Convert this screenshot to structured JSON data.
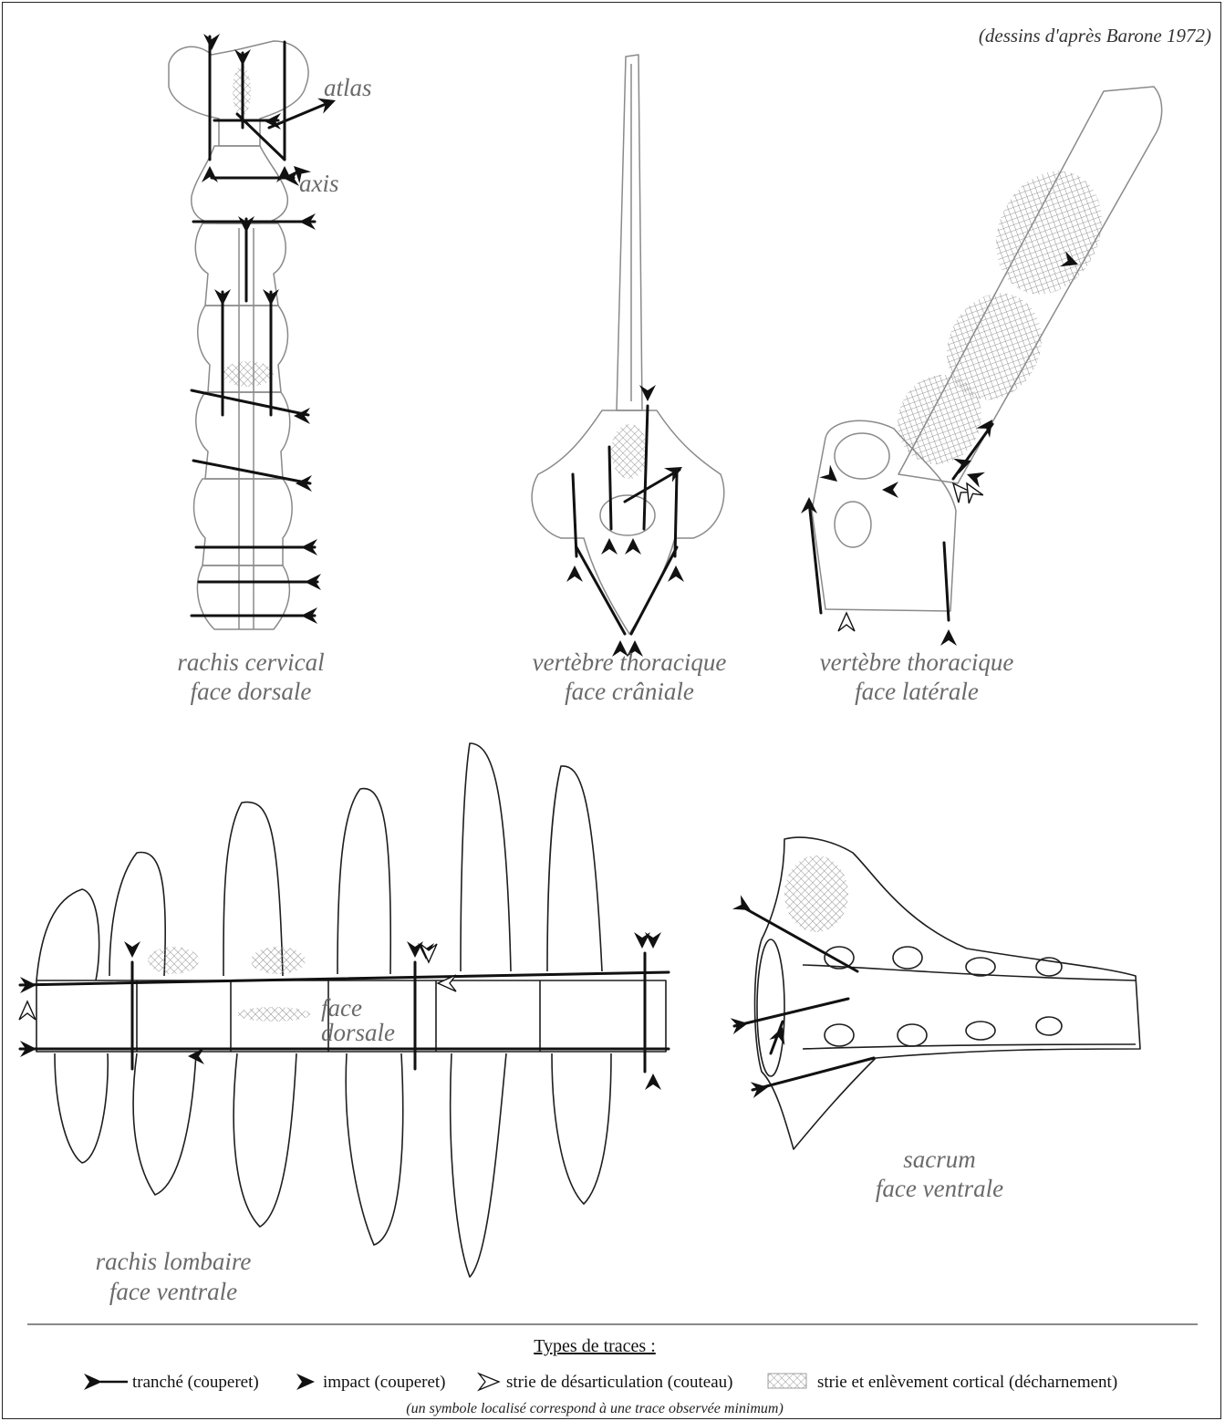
{
  "source_note": "(dessins d'après Barone 1972)",
  "panels": {
    "cervical": {
      "label_line1": "rachis cervical",
      "label_line2": "face dorsale",
      "atlas": "atlas",
      "axis": "axis"
    },
    "thoracic_cranial": {
      "label_line1": "vertèbre thoracique",
      "label_line2": "face crâniale"
    },
    "thoracic_lateral": {
      "label_line1": "vertèbre thoracique",
      "label_line2": "face latérale"
    },
    "lumbar": {
      "label_line1": "rachis lombaire",
      "label_line2": "face ventrale",
      "inner_line1": "face",
      "inner_line2": "dorsale"
    },
    "sacrum": {
      "label_line1": "sacrum",
      "label_line2": "face ventrale"
    }
  },
  "legend": {
    "title": "Types de traces :",
    "items": [
      {
        "symbol": "chop-arrow-icon",
        "text": "tranché (couperet)"
      },
      {
        "symbol": "impact-arrow-icon",
        "text": "impact (couperet)"
      },
      {
        "symbol": "knife-chevron-icon",
        "text": "strie de désarticulation (couteau)"
      },
      {
        "symbol": "crosshatch-swatch-icon",
        "text": "strie et enlèvement cortical (décharnement)"
      }
    ],
    "note": "(un symbole localisé correspond à une trace observée minimum)"
  },
  "colors": {
    "bone_outline": "#8a8a8a",
    "bone_outline_dark": "#1e1e1e",
    "marks": "#111111",
    "labels": "#6a6a6a"
  }
}
